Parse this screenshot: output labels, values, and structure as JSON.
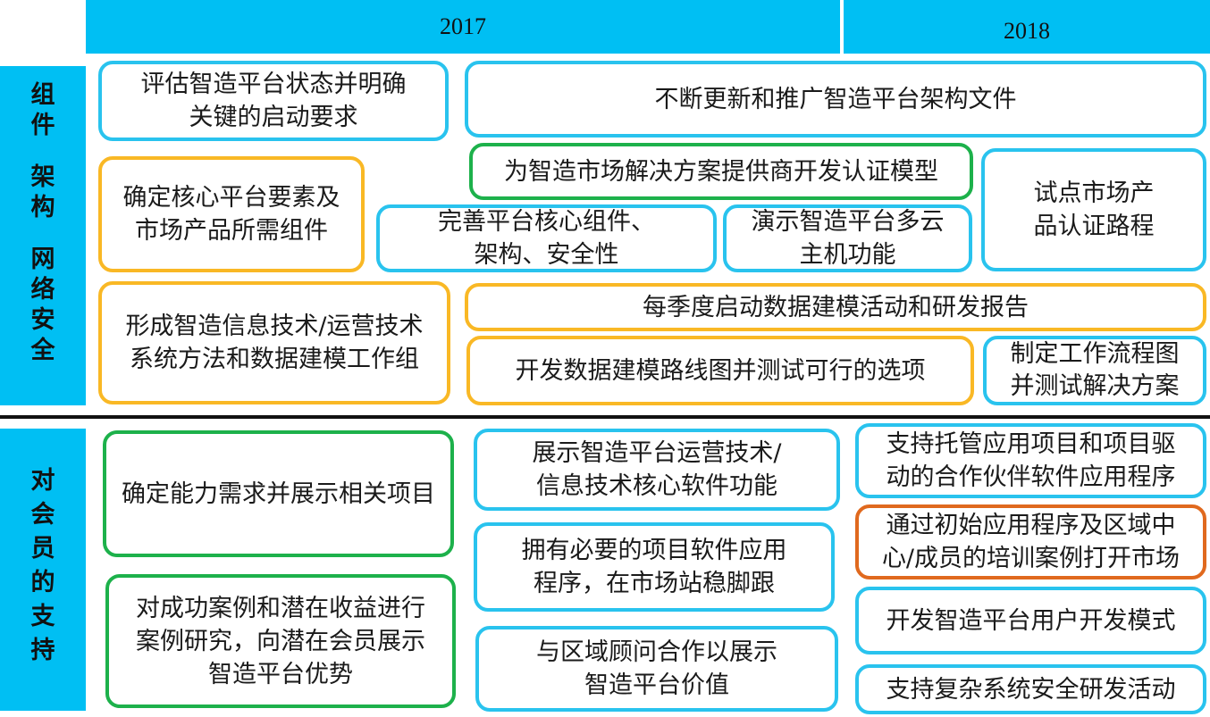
{
  "header": {
    "year_2017": "2017",
    "year_2018": "2018"
  },
  "sidebar_top": [
    "组",
    "件",
    "",
    "架",
    "构",
    "",
    "网",
    "络",
    "安",
    "全"
  ],
  "sidebar_bottom": [
    "对",
    "会",
    "员",
    "的",
    "支",
    "持"
  ],
  "colors": {
    "header": "#00bff3",
    "blue": "#29c3ee",
    "orange": "#f9b825",
    "green": "#1db14b",
    "dark_orange": "#e0691e"
  },
  "boxes": {
    "b1": "评估智造平台状态并明确\n关键的启动要求",
    "b2": "不断更新和推广智造平台架构文件",
    "b3": "为智造市场解决方案提供商开发认证模型",
    "b4": "确定核心平台要素及\n市场产品所需组件",
    "b5": "试点市场产\n品认证路程",
    "b6": "完善平台核心组件、\n架构、安全性",
    "b7": "演示智造平台多云\n主机功能",
    "b8": "形成智造信息技术/运营技术\n系统方法和数据建模工作组",
    "b9": "每季度启动数据建模活动和研发报告",
    "b10": "开发数据建模路线图并测试可行的选项",
    "b11": "制定工作流程图\n并测试解决方案",
    "b12": "确定能力需求并展示相关项目",
    "b13": "展示智造平台运营技术/\n信息技术核心软件功能",
    "b14": "支持托管应用项目和项目驱\n动的合作伙伴软件应用程序",
    "b15": "拥有必要的项目软件应用\n程序，在市场站稳脚跟",
    "b16": "通过初始应用程序及区域中\n心/成员的培训案例打开市场",
    "b17": "对成功案例和潜在收益进行\n案例研究，向潜在会员展示\n智造平台优势",
    "b18": "开发智造平台用户开发模式",
    "b19": "与区域顾问合作以展示\n智造平台价值",
    "b20": "支持复杂系统安全研发活动"
  }
}
